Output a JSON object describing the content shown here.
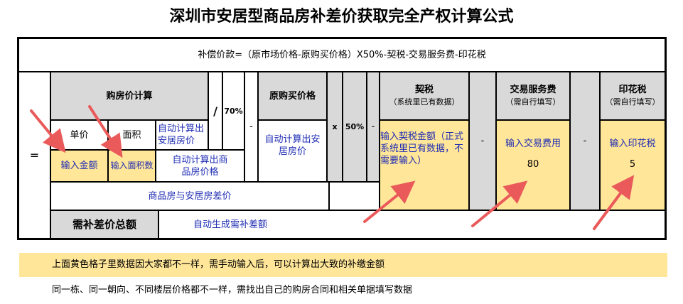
{
  "title": "深圳市安居型商品房补差价获取完全产权计算公式",
  "formula": "补偿价款=（原市场价格-原购买价格）X50%-契税-交易服务费-印花税",
  "equals": "=",
  "purchase_calc": {
    "header": "购房价计算",
    "unit_price_label": "单价",
    "area_label": "面积",
    "unit_price_input": "输入金额",
    "area_input": "输入面积数",
    "auto_anju_price": "自动计算出安居房价",
    "auto_commercial_price": "自动计算出商品房价格",
    "diff_label": "商品房与安居房差价"
  },
  "slash": "/",
  "percent70": "70%",
  "minus": "-",
  "original_price": {
    "header": "原购买价格",
    "value": "自动计算出安居房价"
  },
  "times": "x",
  "percent50": "50%",
  "deed_tax": {
    "header": "契税",
    "sub": "（系统里已有数据）",
    "value": "输入契税金额（正式系统里已有数据，不需要输入）"
  },
  "service_fee": {
    "header": "交易服务费",
    "sub": "（需自行填写）",
    "label": "输入交易费用",
    "value": "80"
  },
  "stamp_tax": {
    "header": "印花税",
    "sub": "（需自行填写）",
    "label": "输入印花税",
    "value": "5"
  },
  "total": {
    "label": "需补差价总额",
    "value": "自动生成需补差额"
  },
  "notes": [
    "上面黄色格子里数据因大家都不一样，需手动输入后，可以计算出大致的补缴金额",
    "同一栋、同一朝向、不同楼层价格都不一样，需找出自己的购房合同和相关单据填写数据"
  ],
  "colors": {
    "yellow": "#ffe699",
    "gray": "#d9d9d9",
    "blue_text": "#1f2db4",
    "arrow_red": "#ea5a5a"
  }
}
